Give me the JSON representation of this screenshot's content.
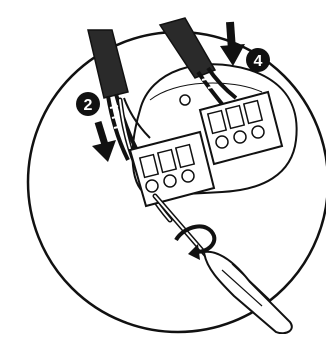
{
  "diagram": {
    "steps": [
      {
        "id": "step-2",
        "number": "2"
      },
      {
        "id": "step-4",
        "number": "4"
      }
    ],
    "colors": {
      "ink": "#111111",
      "cable": "#2a2a2a",
      "block_fill": "#ffffff",
      "background": "#ffffff"
    }
  }
}
